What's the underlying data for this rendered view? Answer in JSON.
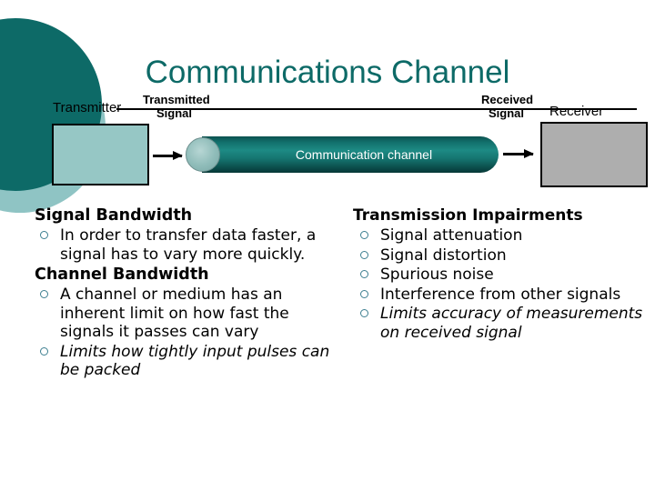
{
  "slide": {
    "title": "Communications Channel",
    "title_color": "#0D6A67",
    "background": "#ffffff"
  },
  "diagram": {
    "transmitter_label": "Transmitter",
    "receiver_label": "Receiver",
    "transmitted_signal_line1": "Transmitted",
    "transmitted_signal_line2": "Signal",
    "received_signal_line1": "Received",
    "received_signal_line2": "Signal",
    "channel_label": "Communication channel",
    "transmitter_box_color": "#96C7C5",
    "receiver_box_color": "#AEAEAE",
    "channel_color": "#12706C"
  },
  "columns": {
    "left": {
      "sections": [
        {
          "heading": "Signal Bandwidth",
          "bullets": [
            {
              "text": "In order to transfer data faster, a signal has to vary more quickly.",
              "italic": false
            }
          ]
        },
        {
          "heading": "Channel Bandwidth",
          "bullets": [
            {
              "text": "A channel or medium has an inherent limit on how fast the signals it passes can vary",
              "italic": false
            },
            {
              "text": "Limits how tightly input pulses can be packed",
              "italic": true
            }
          ]
        }
      ]
    },
    "right": {
      "sections": [
        {
          "heading": "Transmission Impairments",
          "bullets": [
            {
              "text": "Signal attenuation",
              "italic": false
            },
            {
              "text": "Signal distortion",
              "italic": false
            },
            {
              "text": "Spurious noise",
              "italic": false
            },
            {
              "text": "Interference from other signals",
              "italic": false
            },
            {
              "text": "Limits accuracy of measurements on received signal",
              "italic": true
            }
          ]
        }
      ]
    }
  }
}
